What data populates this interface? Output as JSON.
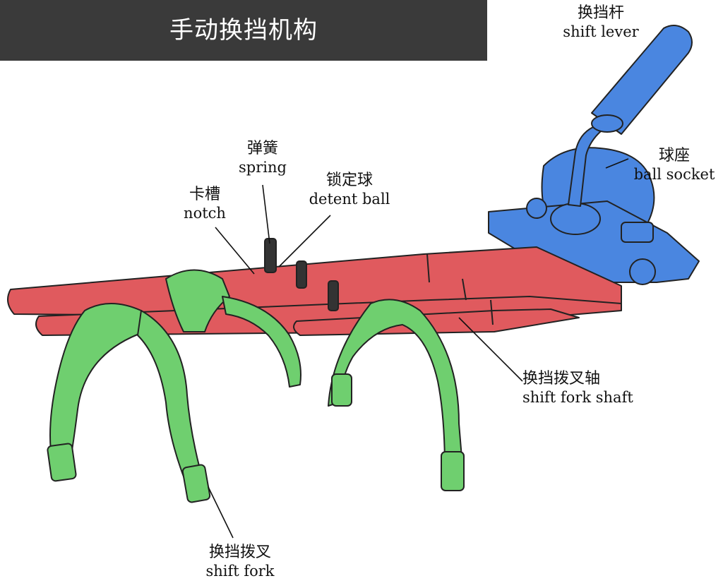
{
  "title": "手动换挡机构",
  "colors": {
    "title_bar": "#3a3a3a",
    "shaft": "#e05a5e",
    "fork": "#6fcf6f",
    "lever": "#4a86e0",
    "outline": "#222222"
  },
  "labels": {
    "shift_lever": {
      "zh": "换挡杆",
      "en": "shift lever"
    },
    "ball_socket": {
      "zh": "球座",
      "en": "ball socket"
    },
    "spring": {
      "zh": "弹簧",
      "en": "spring"
    },
    "notch": {
      "zh": "卡槽",
      "en": "notch"
    },
    "detent_ball": {
      "zh": "锁定球",
      "en": "detent ball"
    },
    "shift_fork_shaft": {
      "zh": "换挡拨叉轴",
      "en": "shift fork shaft"
    },
    "shift_fork": {
      "zh": "换挡拨叉",
      "en": "shift fork"
    }
  }
}
